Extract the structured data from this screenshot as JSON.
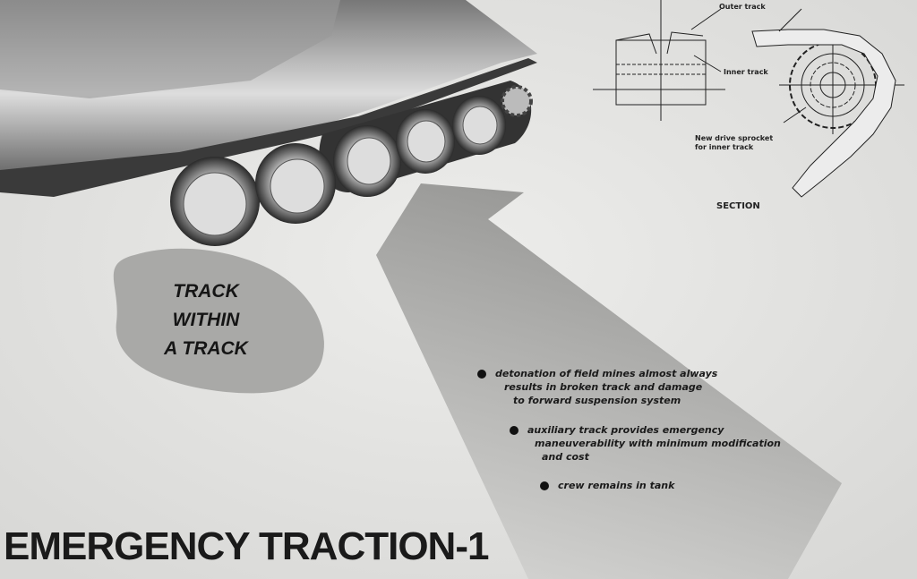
{
  "title": "EMERGENCY TRACTION-1",
  "callout": {
    "lines": [
      "TRACK",
      "WITHIN",
      "A TRACK"
    ]
  },
  "bullets": [
    {
      "lines": [
        "detonation of field mines almost always",
        "results in broken track and damage",
        "to forward suspension system"
      ]
    },
    {
      "lines": [
        "auxiliary track provides emergency",
        "maneuverability with minimum modification",
        "and cost"
      ]
    },
    {
      "lines": [
        "crew remains in tank"
      ]
    }
  ],
  "diagram": {
    "outer_track_label": "Outer track",
    "inner_track_label": "Inner track",
    "sprocket_label": [
      "New drive sprocket",
      "for inner track"
    ],
    "section_label": "SECTION"
  }
}
